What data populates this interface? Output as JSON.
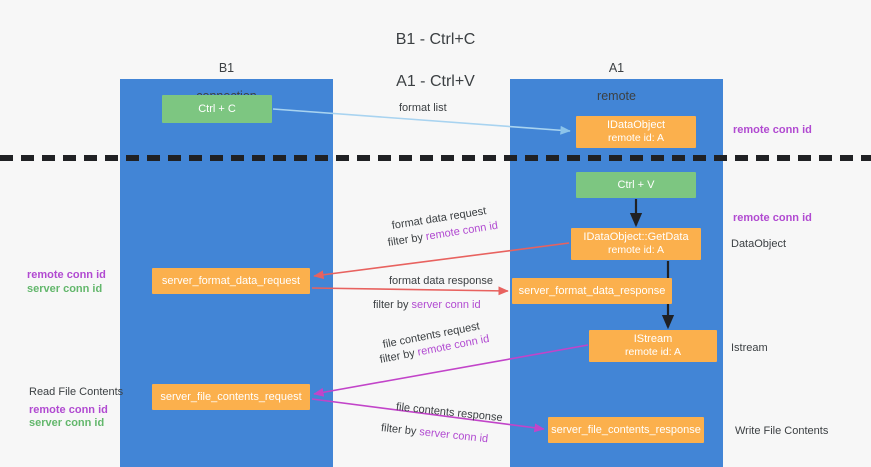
{
  "page": {
    "title_line1": "B1 - Ctrl+C",
    "title_line2": "A1 - Ctrl+V",
    "bg_color": "#f7f7f7"
  },
  "colors": {
    "lane": "#4285d6",
    "green_box": "#7dc681",
    "orange_box": "#fbb04d",
    "purple_text": "#b14ad1",
    "green_text": "#63b76c",
    "dark_text": "#3c4043",
    "arrow_blue": "#a8d3f0",
    "arrow_red": "#e8625f",
    "arrow_magenta": "#c244c9",
    "arrow_black": "#202124"
  },
  "lanes": [
    {
      "id": "b1",
      "heading_line1": "B1",
      "heading_line2": "connection"
    },
    {
      "id": "a1",
      "heading_line1": "A1",
      "heading_line2": "remote"
    }
  ],
  "nodes": {
    "ctrl_c": {
      "line1": "Ctrl + C",
      "line2": ""
    },
    "dataobject": {
      "line1": "IDataObject",
      "line2": "remote id: A"
    },
    "ctrl_v": {
      "line1": "Ctrl + V",
      "line2": ""
    },
    "getdata": {
      "line1": "IDataObject::GetData",
      "line2": "remote id: A"
    },
    "server_format_data_request": {
      "line1": "server_format_data_request",
      "line2": ""
    },
    "server_format_data_response": {
      "line1": "server_format_data_response",
      "line2": ""
    },
    "istream": {
      "line1": "IStream",
      "line2": "remote id: A"
    },
    "server_file_contents_request": {
      "line1": "server_file_contents_request",
      "line2": ""
    },
    "server_file_contents_response": {
      "line1": "server_file_contents_response",
      "line2": ""
    }
  },
  "edge_labels": {
    "format_list": "format list",
    "format_data_request": "format data request",
    "format_data_request_filter_prefix": "filter by ",
    "format_data_request_filter_key": "remote conn id",
    "format_data_response": "format data response",
    "format_data_response_filter_prefix": "filter by ",
    "format_data_response_filter_key": "server conn id",
    "file_contents_request": "file contents request",
    "file_contents_request_filter_prefix": "filter by ",
    "file_contents_request_filter_key": "remote conn id",
    "file_contents_response": "file contents response",
    "file_contents_response_filter_prefix": "filter by ",
    "file_contents_response_filter_key": "server conn id"
  },
  "right_labels": {
    "remote_conn_id_top": "remote conn id",
    "remote_conn_id_mid": "remote conn id",
    "dataobject": "DataObject",
    "istream": "Istream",
    "write_file_contents": "Write File Contents"
  },
  "left_labels": {
    "remote_conn_id_mid": "remote conn id",
    "server_conn_id_mid": "server conn id",
    "read_file_contents": "Read File Contents",
    "remote_conn_id_bottom": "remote conn id",
    "server_conn_id_bottom": "server conn id"
  }
}
